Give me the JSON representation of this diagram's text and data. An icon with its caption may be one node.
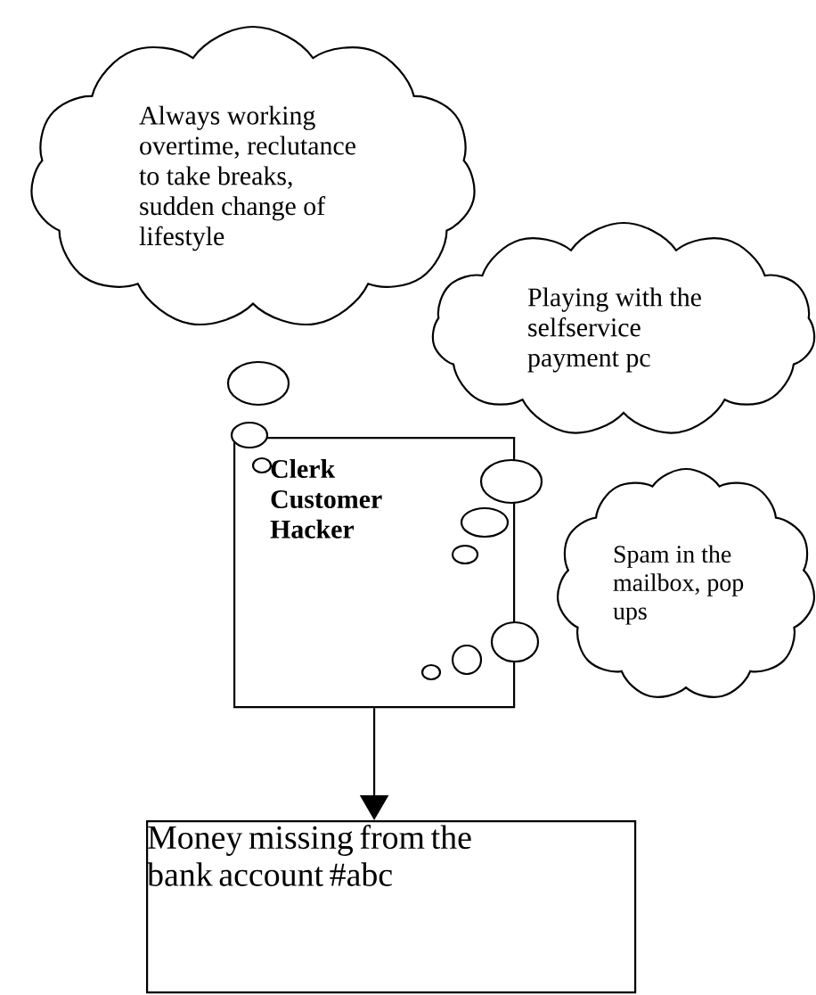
{
  "diagram": {
    "nodes": [
      {
        "text": [
          "Always working overtime, reclutance to take breaks, sudden change of lifestyle"
        ]
      },
      {
        "text": [
          "Playing with the selfservice payment pc"
        ]
      },
      {
        "text": [
          "Clerk Customer Hacker"
        ]
      },
      {
        "text": [
          "Spam in the mailbox, pop ups"
        ]
      },
      {
        "text": [
          "Money missing from the bank account #abc"
        ]
      }
    ],
    "edges": [
      {
        "from": 2,
        "to": 4,
        "arrow": "to"
      }
    ]
  }
}
